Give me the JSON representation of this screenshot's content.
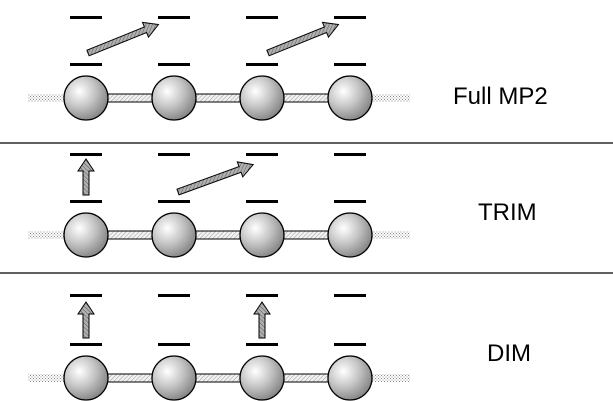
{
  "panels": [
    {
      "label": "Full MP2",
      "upward_arrows": [],
      "diagonal_arrows": [
        {
          "from": 1,
          "to": 2
        },
        {
          "from": 3,
          "to": 4
        }
      ]
    },
    {
      "label": "TRIM",
      "upward_arrows": [
        1
      ],
      "diagonal_arrows": [
        {
          "from": 2,
          "to": 3
        }
      ]
    },
    {
      "label": "DIM",
      "upward_arrows": [
        1,
        3
      ],
      "diagonal_arrows": []
    }
  ],
  "colors": {
    "sphere_fill": "#b8b8b8",
    "sphere_outline": "#000000",
    "arrow_fill": "#8c8c8c",
    "level_bar": "#000000",
    "divider": "#000000"
  },
  "icons": {
    "sphere": "atom-sphere-icon",
    "arrow": "excitation-arrow-icon",
    "level": "orbital-level-icon"
  }
}
